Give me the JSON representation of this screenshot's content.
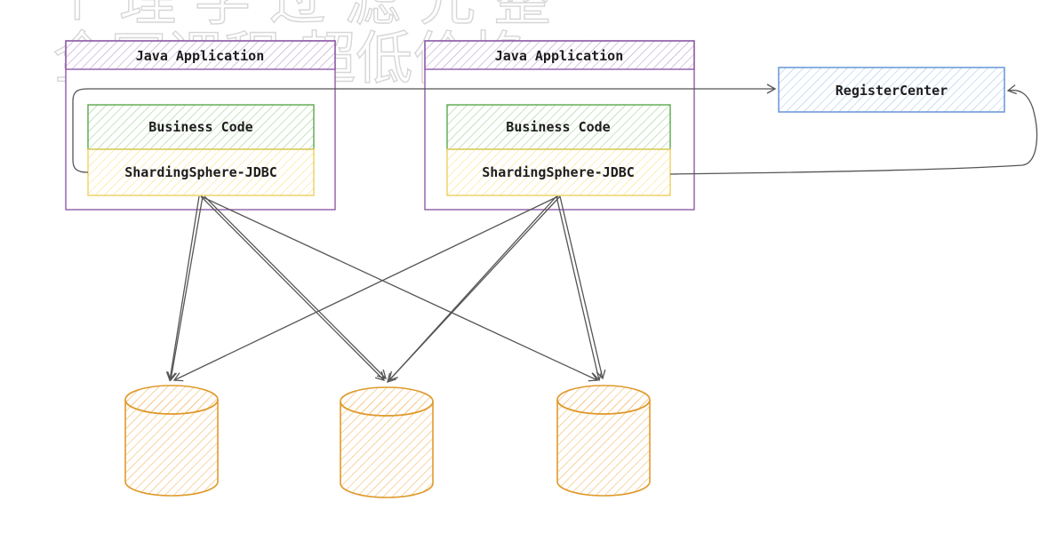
{
  "watermark": {
    "line1": "全网课程 超低价格",
    "line0": "↑ 理 学 过 滤 元 整"
  },
  "apps": [
    {
      "title": "Java Application",
      "business": "Business Code",
      "driver": "ShardingSphere-JDBC"
    },
    {
      "title": "Java Application",
      "business": "Business Code",
      "driver": "ShardingSphere-JDBC"
    }
  ],
  "registry": {
    "label": "RegisterCenter"
  },
  "databases": 3,
  "colors": {
    "purple": "#8e5ba8",
    "green": "#5aa84a",
    "yellow": "#f0d060",
    "blue": "#5b8ed4",
    "orange": "#e09a2c"
  }
}
